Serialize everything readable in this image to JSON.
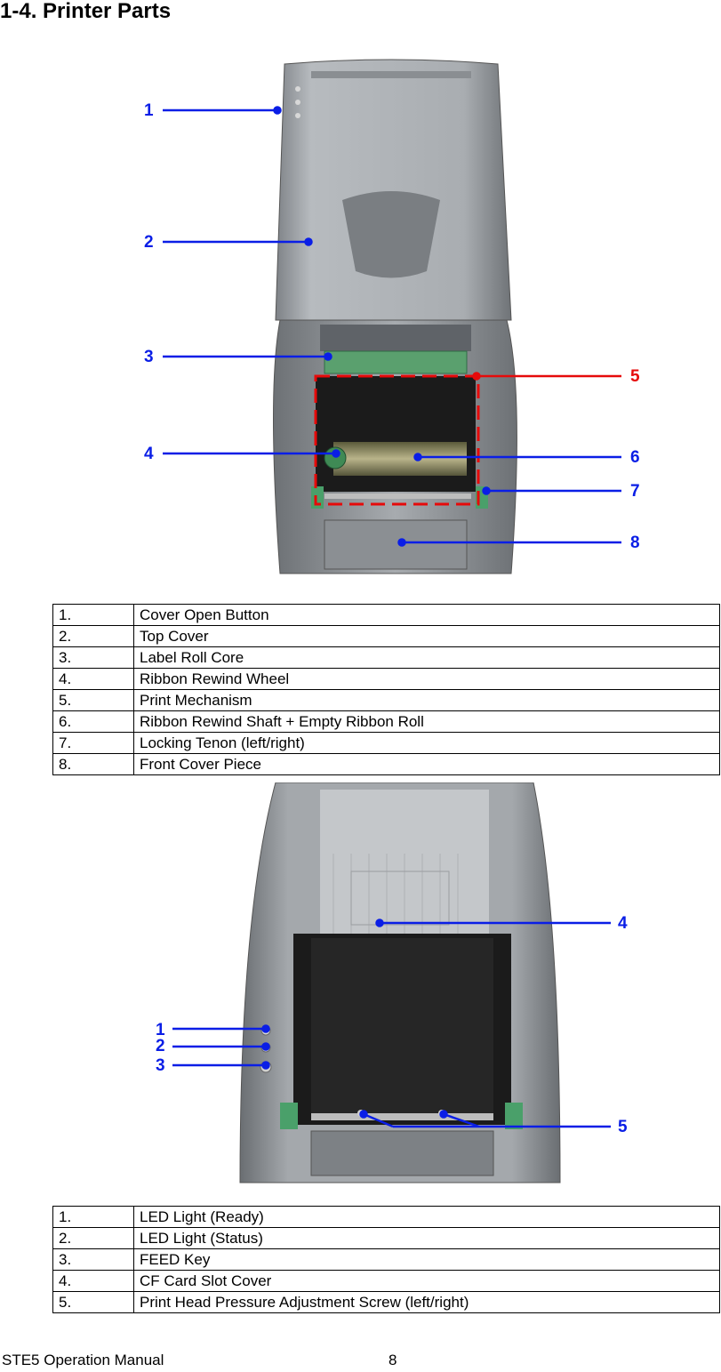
{
  "title": "1-4. Printer Parts",
  "colors": {
    "callout_blue": "#0a1ee6",
    "callout_red": "#e60a0a",
    "printer_body": "#9a9ea3",
    "ribbon_black": "#1b1b1b",
    "core_green": "#5aa06e"
  },
  "figure1": {
    "callouts": [
      {
        "num": "1",
        "color": "blue"
      },
      {
        "num": "2",
        "color": "blue"
      },
      {
        "num": "3",
        "color": "blue"
      },
      {
        "num": "4",
        "color": "blue"
      },
      {
        "num": "5",
        "color": "red"
      },
      {
        "num": "6",
        "color": "blue"
      },
      {
        "num": "7",
        "color": "blue"
      },
      {
        "num": "8",
        "color": "blue"
      }
    ]
  },
  "table1": {
    "rows": [
      {
        "num": "1.",
        "label": "Cover Open Button"
      },
      {
        "num": "2.",
        "label": "Top Cover"
      },
      {
        "num": "3.",
        "label": "Label Roll Core"
      },
      {
        "num": "4.",
        "label": "Ribbon Rewind Wheel"
      },
      {
        "num": "5.",
        "label": "Print Mechanism"
      },
      {
        "num": "6.",
        "label": "Ribbon Rewind Shaft + Empty Ribbon Roll"
      },
      {
        "num": "7.",
        "label": "Locking Tenon (left/right)"
      },
      {
        "num": "8.",
        "label": "Front Cover Piece"
      }
    ]
  },
  "figure2": {
    "callouts": [
      {
        "num": "1"
      },
      {
        "num": "2"
      },
      {
        "num": "3"
      },
      {
        "num": "4"
      },
      {
        "num": "5"
      }
    ]
  },
  "table2": {
    "rows": [
      {
        "num": "1.",
        "label": "LED Light (Ready)"
      },
      {
        "num": "2.",
        "label": "LED Light (Status)"
      },
      {
        "num": "3.",
        "label": "FEED Key"
      },
      {
        "num": "4.",
        "label": "CF Card Slot Cover"
      },
      {
        "num": "5.",
        "label": "Print Head Pressure Adjustment Screw (left/right)"
      }
    ]
  },
  "footer": {
    "manual_name": "STE5 Operation Manual",
    "page_number": "8"
  }
}
